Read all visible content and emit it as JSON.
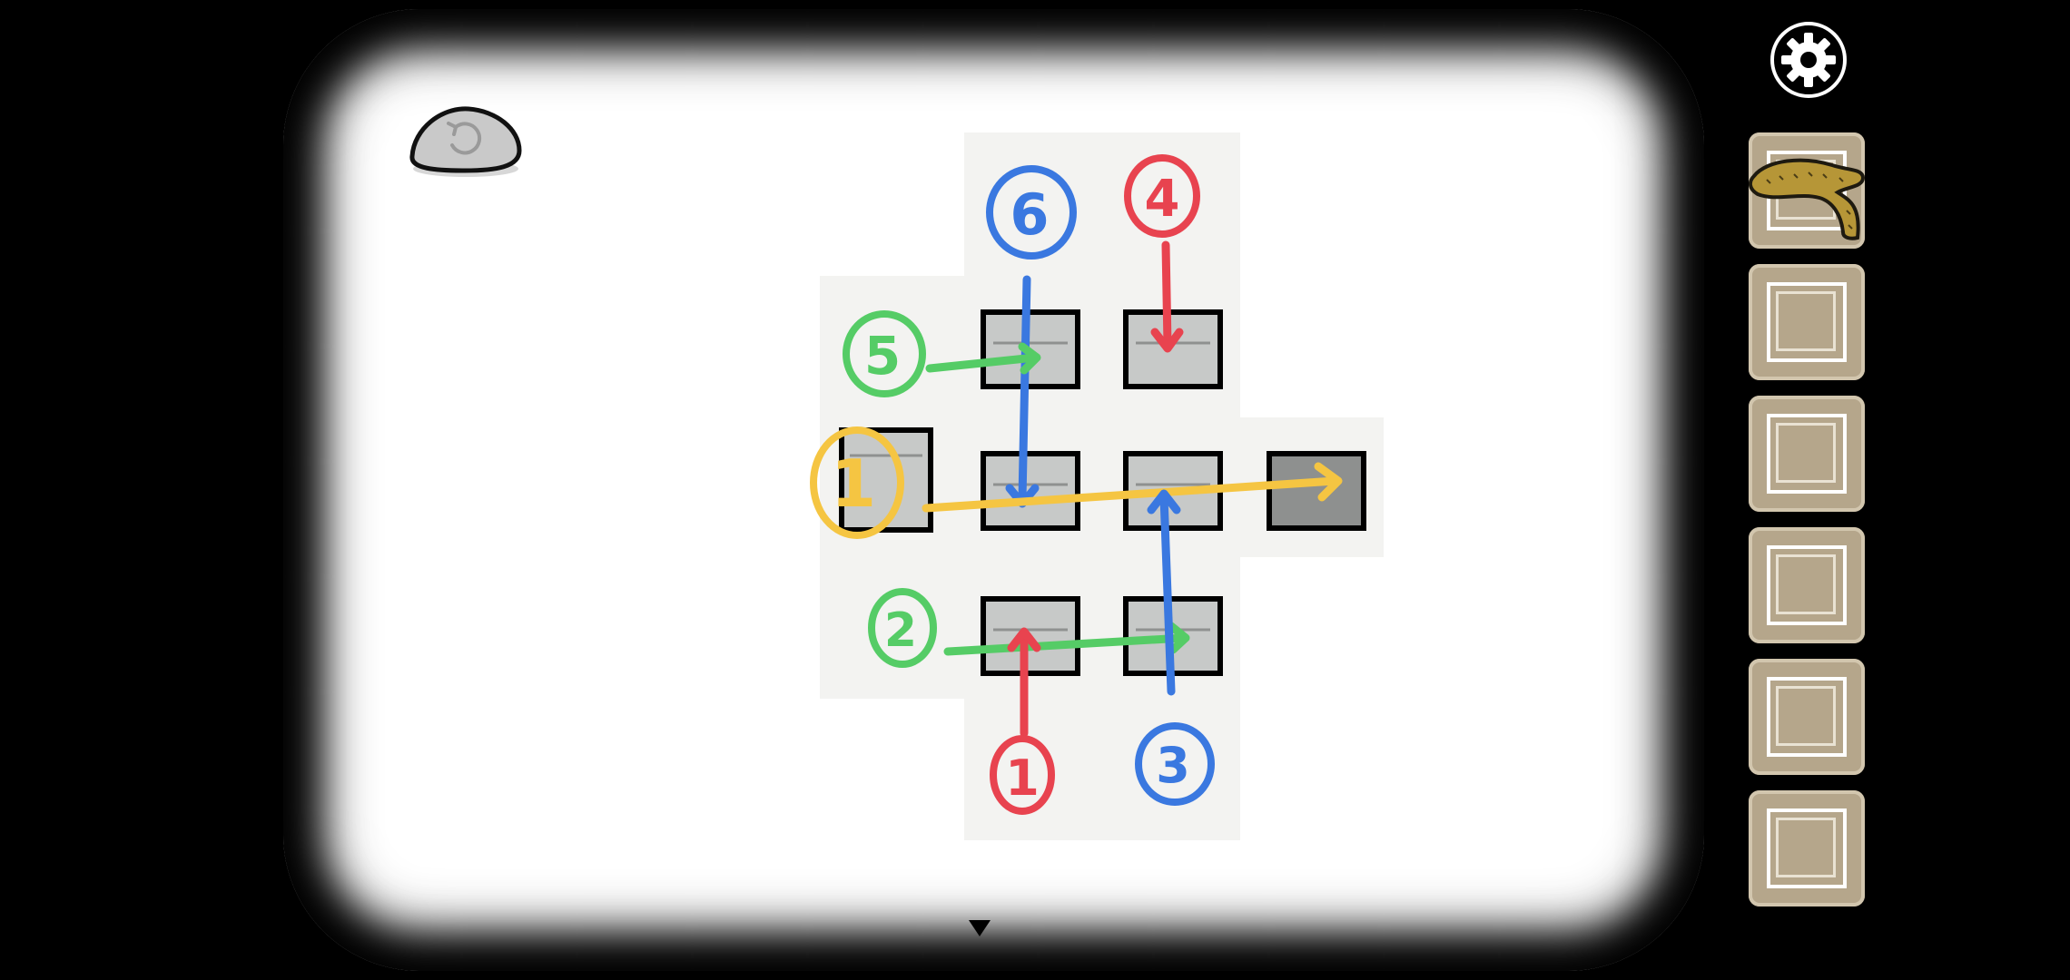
{
  "puzzle": {
    "labels": [
      {
        "id": "six",
        "text": "6",
        "color": "#3a78e0"
      },
      {
        "id": "four",
        "text": "4",
        "color": "#e8434f"
      },
      {
        "id": "five",
        "text": "5",
        "color": "#55cc66"
      },
      {
        "id": "one-yellow",
        "text": "1",
        "color": "#f5c542"
      },
      {
        "id": "two",
        "text": "2",
        "color": "#55cc66"
      },
      {
        "id": "one-red",
        "text": "1",
        "color": "#e8434f"
      },
      {
        "id": "three",
        "text": "3",
        "color": "#3a78e0"
      }
    ]
  },
  "icons": {
    "back": "undo-arrow-icon",
    "settings": "gear-icon",
    "navigate_down": "triangle-down-icon"
  },
  "inventory": {
    "slots": [
      {
        "item": "rope"
      },
      {
        "item": ""
      },
      {
        "item": ""
      },
      {
        "item": ""
      },
      {
        "item": ""
      },
      {
        "item": ""
      }
    ]
  },
  "colors": {
    "slot_bg": "#b5a68b",
    "tile": "#c7c9c8",
    "red": "#e8434f",
    "blue": "#3a78e0",
    "green": "#55cc66",
    "yellow": "#f5c542"
  }
}
